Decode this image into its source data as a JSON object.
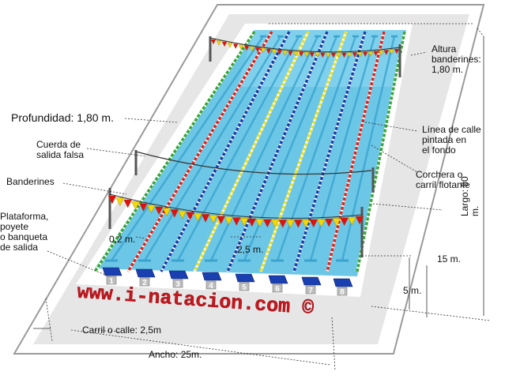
{
  "labels": {
    "altura": "Altura\nbanderines:\n1,80 m.",
    "profundidad": "Profundidad: 1,80 m.",
    "cuerda": "Cuerda de\nsalida falsa",
    "linea_calle": "Línea de calle\npintada en\nel fondo",
    "banderines": "Banderines",
    "corchera": "Corchera o\ncarril flotante",
    "plataforma": "Plataforma,\npoyete\no banqueta\nde salida",
    "d02": "0,2 m.",
    "d25": "2,5 m.",
    "d15": "15 m.",
    "d5": "5 m.",
    "largo": "Largo: 50 m.",
    "carril": "Carril o calle: 2,5m",
    "ancho": "Ancho: 25m.",
    "watermark": "www.i-natacion.com ©"
  },
  "lane_numbers": [
    "1",
    "2",
    "3",
    "4",
    "5",
    "6",
    "7",
    "8"
  ],
  "colors": {
    "water": "#6cc6e6",
    "water_dark": "#3aa4cf",
    "deck": "#e8e8e8",
    "border": "#a0a0a0",
    "lane_red": "#e2231a",
    "lane_green": "#3aa635",
    "lane_blue": "#1b3fa8",
    "lane_yellow": "#f0e020",
    "block": "#1a3fb0",
    "flag_red": "#e01010",
    "flag_yellow": "#f5d800",
    "watermark": "#c8161d"
  }
}
